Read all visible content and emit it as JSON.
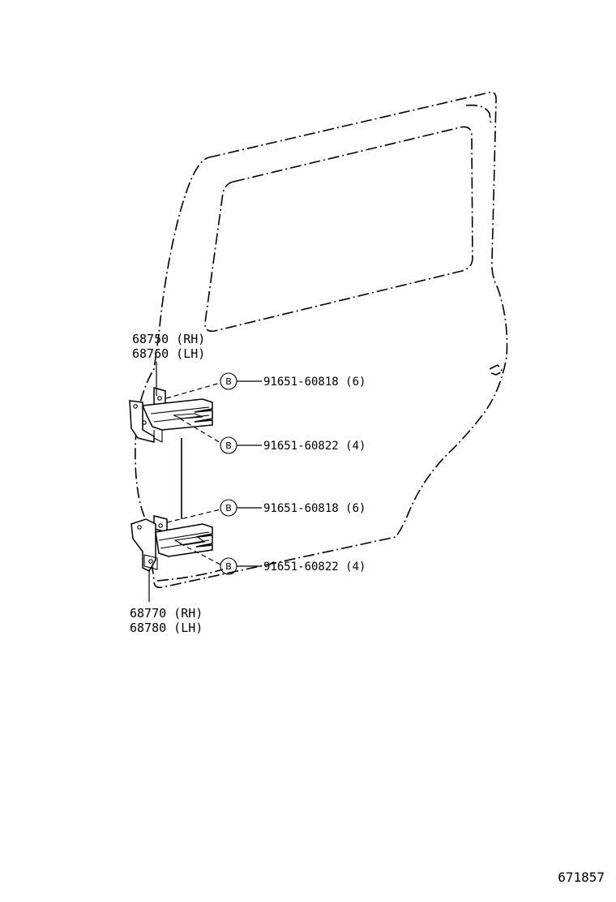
{
  "upper_hinge": {
    "part_rh": "68750 (RH)",
    "part_lh": "68760 (LH)",
    "bolt_a": {
      "symbol": "B",
      "callout": "91651-60818 (6)"
    },
    "bolt_b": {
      "symbol": "B",
      "callout": "91651-60822 (4)"
    }
  },
  "lower_hinge": {
    "part_rh": "68770 (RH)",
    "part_lh": "68780 (LH)",
    "bolt_a": {
      "symbol": "B",
      "callout": "91651-60818 (6)"
    },
    "bolt_b": {
      "symbol": "B",
      "callout": "91651-60822 (4)"
    }
  },
  "diagram_ref": "671857"
}
